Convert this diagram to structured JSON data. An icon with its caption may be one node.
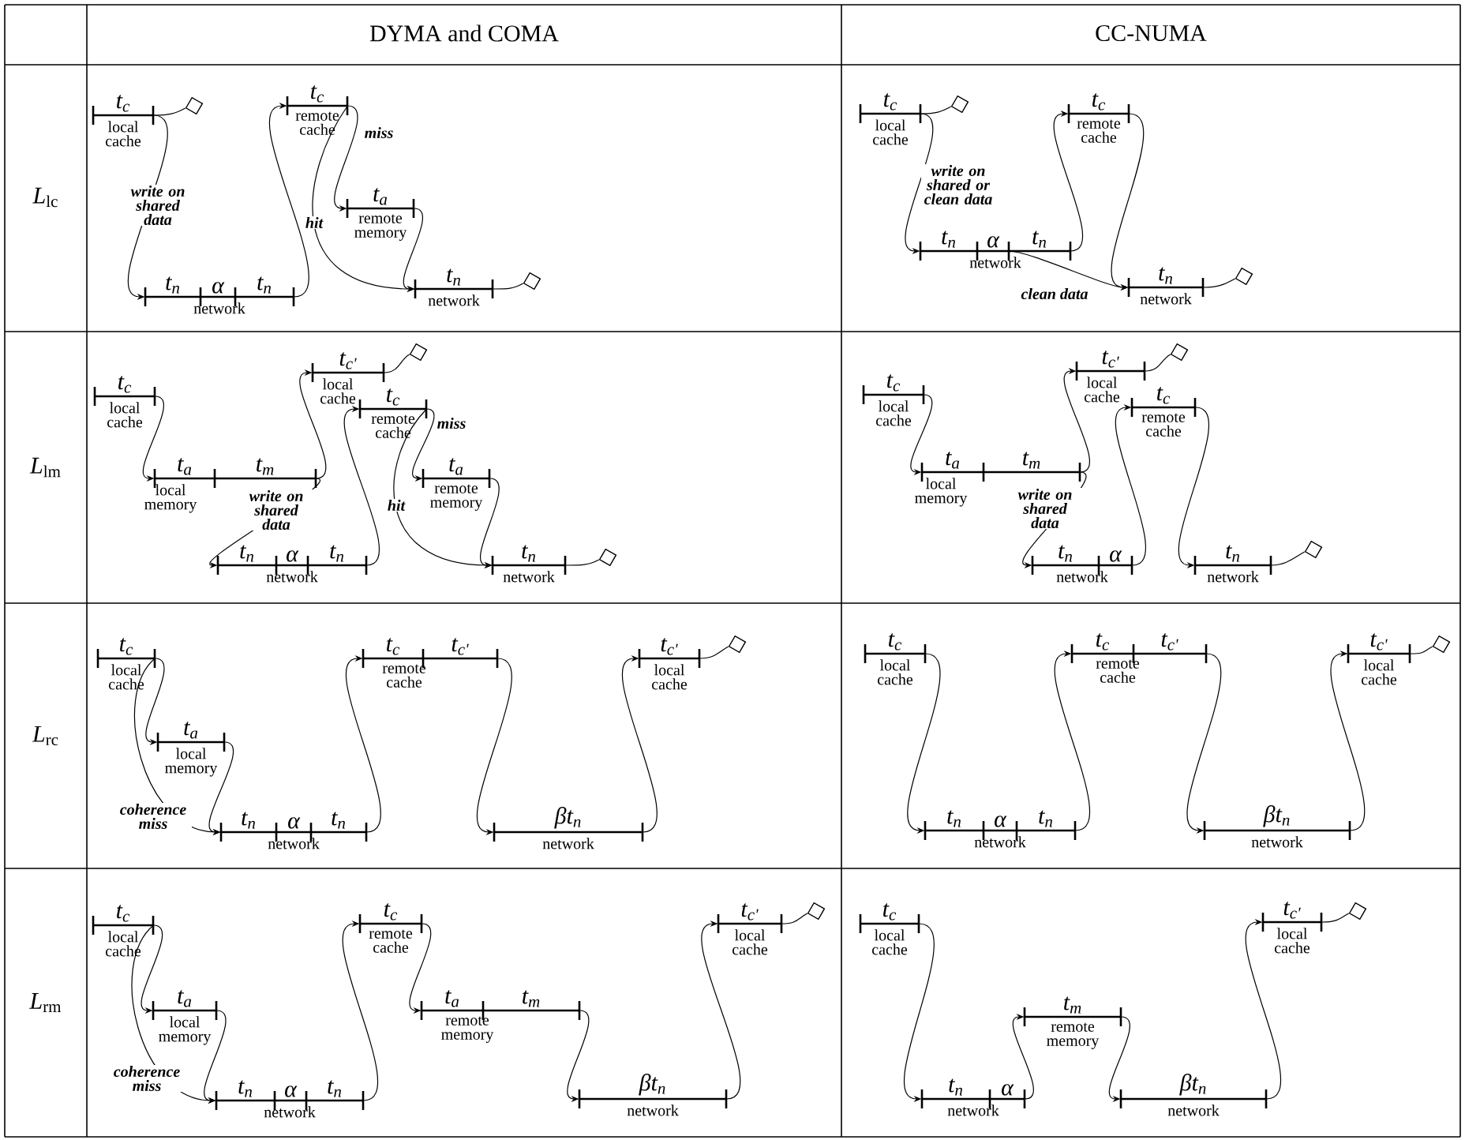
{
  "diagram": {
    "nodes": [
      {
        "text": [
          "*t*$_{c}$",
          "local cache"
        ]
      },
      {
        "text": [],
        "shape": "diamond"
      },
      {
        "text": [
          "*t*$_{n}$",
          "α",
          "*t*$_{n}$",
          "network"
        ]
      },
      {
        "text": [
          "*t*$_{c}$",
          "remote cache"
        ]
      },
      {
        "text": [
          "*t*$_{a}$",
          "remote memory"
        ]
      },
      {
        "text": [
          "*t*$_{n}$",
          "network"
        ]
      },
      {
        "text": [],
        "shape": "diamond"
      },
      {
        "text": [
          "*t*$_{c}$",
          "local cache"
        ]
      },
      {
        "text": [],
        "shape": "diamond"
      },
      {
        "text": [
          "*t*$_{n}$",
          "α",
          "*t*$_{n}$",
          "network"
        ]
      },
      {
        "text": [
          "*t*$_{c}$",
          "remote cache"
        ]
      },
      {
        "text": [
          "*t*$_{n}$",
          "network"
        ]
      },
      {
        "text": [],
        "shape": "diamond"
      },
      {
        "text": [
          "*t*$_{c}$",
          "local cache"
        ]
      },
      {
        "text": [
          "*t*$_{a}$",
          "*t*$_{m}$",
          "local memory"
        ]
      },
      {
        "text": [
          "*t*$_{n}$",
          "α",
          "*t*$_{n}$",
          "network"
        ]
      },
      {
        "text": [
          "*t*$_{c'}$",
          "local cache"
        ]
      },
      {
        "text": [],
        "shape": "diamond"
      },
      {
        "text": [
          "*t*$_{c}$",
          "remote cache"
        ]
      },
      {
        "text": [
          "*t*$_{a}$",
          "remote memory"
        ]
      },
      {
        "text": [
          "*t*$_{n}$",
          "network"
        ]
      },
      {
        "text": [],
        "shape": "diamond"
      },
      {
        "text": [
          "*t*$_{c}$",
          "local cache"
        ]
      },
      {
        "text": [
          "*t*$_{a}$",
          "*t*$_{m}$",
          "local memory"
        ]
      },
      {
        "text": [
          "*t*$_{n}$",
          "α",
          "network"
        ]
      },
      {
        "text": [
          "*t*$_{c'}$",
          "local cache"
        ]
      },
      {
        "text": [],
        "shape": "diamond"
      },
      {
        "text": [
          "*t*$_{c}$",
          "remote cache"
        ]
      },
      {
        "text": [
          "*t*$_{n}$",
          "network"
        ]
      },
      {
        "text": [],
        "shape": "diamond"
      },
      {
        "text": [
          "*t*$_{c}$",
          "local cache"
        ]
      },
      {
        "text": [
          "*t*$_{a}$",
          "local memory"
        ]
      },
      {
        "text": [
          "*t*$_{n}$",
          "α",
          "*t*$_{n}$",
          "network"
        ]
      },
      {
        "text": [
          "*t*$_{c}$",
          "*t*$_{c'}$",
          "remote cache"
        ]
      },
      {
        "text": [
          "*βt*$_{n}$",
          "network"
        ]
      },
      {
        "text": [
          "*t*$_{c'}$",
          "local cache"
        ]
      },
      {
        "text": [],
        "shape": "diamond"
      },
      {
        "text": [
          "*t*$_{c}$",
          "local cache"
        ]
      },
      {
        "text": [
          "*t*$_{n}$",
          "α",
          "*t*$_{n}$",
          "network"
        ]
      },
      {
        "text": [
          "*t*$_{c}$",
          "*t*$_{c'}$",
          "remote cache"
        ]
      },
      {
        "text": [
          "*βt*$_{n}$",
          "network"
        ]
      },
      {
        "text": [
          "*t*$_{c'}$",
          "local cache"
        ]
      },
      {
        "text": [],
        "shape": "diamond"
      },
      {
        "text": [
          "*t*$_{c}$",
          "local cache"
        ]
      },
      {
        "text": [
          "*t*$_{a}$",
          "local memory"
        ]
      },
      {
        "text": [
          "*t*$_{n}$",
          "α",
          "*t*$_{n}$",
          "network"
        ]
      },
      {
        "text": [
          "*t*$_{c}$",
          "remote cache"
        ]
      },
      {
        "text": [
          "*t*$_{a}$",
          "*t*$_{m}$",
          "remote memory"
        ]
      },
      {
        "text": [
          "*βt*$_{n}$",
          "network"
        ]
      },
      {
        "text": [
          "*t*$_{c'}$",
          "local cache"
        ]
      },
      {
        "text": [],
        "shape": "diamond"
      },
      {
        "text": [
          "*t*$_{c}$",
          "local cache"
        ]
      },
      {
        "text": [
          "*t*$_{n}$",
          "α",
          "network"
        ]
      },
      {
        "text": [
          "*t*$_{m}$",
          "remote memory"
        ]
      },
      {
        "text": [
          "*βt*$_{n}$",
          "network"
        ]
      },
      {
        "text": [
          "*t*$_{c'}$",
          "local cache"
        ]
      },
      {
        "text": [],
        "shape": "diamond"
      }
    ],
    "edges": [
      {
        "from": 0,
        "to": 1,
        "arrow": "none"
      },
      {
        "from": 0,
        "to": 2,
        "arrow": "to",
        "label": "write on shared data"
      },
      {
        "from": 2,
        "to": 3,
        "arrow": "to"
      },
      {
        "from": 3,
        "to": 4,
        "arrow": "to",
        "label": "miss"
      },
      {
        "from": 3,
        "to": 5,
        "arrow": "to",
        "label": "hit"
      },
      {
        "from": 4,
        "to": 5,
        "arrow": "to"
      },
      {
        "from": 5,
        "to": 6,
        "arrow": "none"
      },
      {
        "from": 7,
        "to": 8,
        "arrow": "none"
      },
      {
        "from": 7,
        "to": 9,
        "arrow": "to",
        "label": "write on shared or clean data"
      },
      {
        "from": 9,
        "to": 10,
        "arrow": "to"
      },
      {
        "from": 10,
        "to": 11,
        "arrow": "to"
      },
      {
        "from": 9,
        "to": 11,
        "arrow": "to",
        "label": "clean data"
      },
      {
        "from": 11,
        "to": 12,
        "arrow": "none"
      },
      {
        "from": 13,
        "to": 14,
        "arrow": "to"
      },
      {
        "from": 14,
        "to": 16,
        "arrow": "to"
      },
      {
        "from": 14,
        "to": 15,
        "arrow": "to",
        "label": "write on shared data"
      },
      {
        "from": 15,
        "to": 18,
        "arrow": "to"
      },
      {
        "from": 16,
        "to": 17,
        "arrow": "none"
      },
      {
        "from": 18,
        "to": 19,
        "arrow": "to",
        "label": "miss"
      },
      {
        "from": 18,
        "to": 20,
        "arrow": "to",
        "label": "hit"
      },
      {
        "from": 19,
        "to": 20,
        "arrow": "to"
      },
      {
        "from": 20,
        "to": 21,
        "arrow": "none"
      },
      {
        "from": 22,
        "to": 23,
        "arrow": "to"
      },
      {
        "from": 23,
        "to": 25,
        "arrow": "to"
      },
      {
        "from": 23,
        "to": 24,
        "arrow": "to",
        "label": "write on shared data"
      },
      {
        "from": 24,
        "to": 27,
        "arrow": "to"
      },
      {
        "from": 25,
        "to": 26,
        "arrow": "none"
      },
      {
        "from": 27,
        "to": 28,
        "arrow": "to"
      },
      {
        "from": 28,
        "to": 29,
        "arrow": "none"
      },
      {
        "from": 30,
        "to": 31,
        "arrow": "to"
      },
      {
        "from": 30,
        "to": 32,
        "arrow": "to",
        "label": "coherence miss"
      },
      {
        "from": 31,
        "to": 32,
        "arrow": "to"
      },
      {
        "from": 32,
        "to": 33,
        "arrow": "to"
      },
      {
        "from": 33,
        "to": 34,
        "arrow": "to"
      },
      {
        "from": 34,
        "to": 35,
        "arrow": "to"
      },
      {
        "from": 35,
        "to": 36,
        "arrow": "none"
      },
      {
        "from": 37,
        "to": 38,
        "arrow": "to"
      },
      {
        "from": 38,
        "to": 39,
        "arrow": "to"
      },
      {
        "from": 39,
        "to": 40,
        "arrow": "to"
      },
      {
        "from": 40,
        "to": 41,
        "arrow": "to"
      },
      {
        "from": 41,
        "to": 42,
        "arrow": "none"
      },
      {
        "from": 43,
        "to": 44,
        "arrow": "to"
      },
      {
        "from": 43,
        "to": 45,
        "arrow": "to",
        "label": "coherence miss"
      },
      {
        "from": 44,
        "to": 45,
        "arrow": "to"
      },
      {
        "from": 45,
        "to": 46,
        "arrow": "to"
      },
      {
        "from": 46,
        "to": 47,
        "arrow": "to"
      },
      {
        "from": 47,
        "to": 48,
        "arrow": "to"
      },
      {
        "from": 48,
        "to": 49,
        "arrow": "to"
      },
      {
        "from": 49,
        "to": 50,
        "arrow": "none"
      },
      {
        "from": 51,
        "to": 52,
        "arrow": "to"
      },
      {
        "from": 52,
        "to": 53,
        "arrow": "to"
      },
      {
        "from": 53,
        "to": 54,
        "arrow": "to"
      },
      {
        "from": 54,
        "to": 55,
        "arrow": "to"
      },
      {
        "from": 55,
        "to": 56,
        "arrow": "none"
      }
    ],
    "labels": [
      "DYMA and COMA",
      "CC-NUMA",
      "*L*$_{lc}$",
      "*L*$_{lm}$",
      "*L*$_{rc}$",
      "*L*$_{rm}$"
    ]
  }
}
